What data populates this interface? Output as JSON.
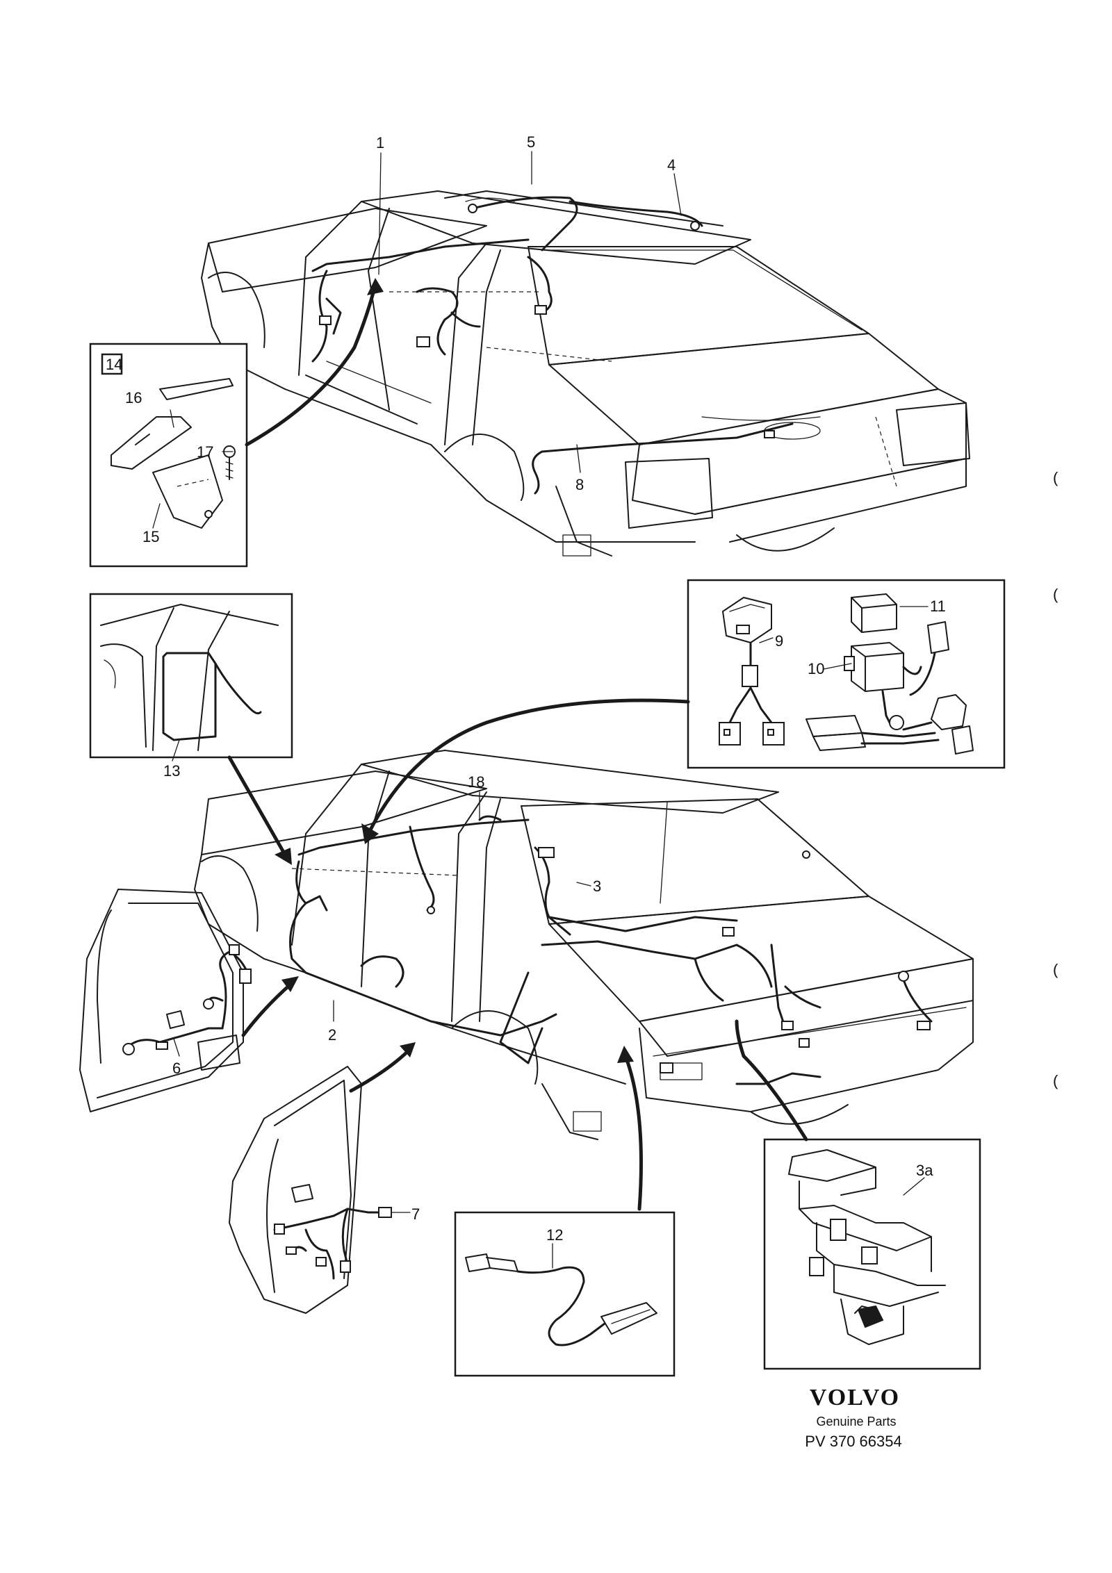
{
  "callouts": {
    "c1": "1",
    "c2": "2",
    "c3": "3",
    "c3a": "3a",
    "c4": "4",
    "c5": "5",
    "c6": "6",
    "c7": "7",
    "c8": "8",
    "c9": "9",
    "c10": "10",
    "c11": "11",
    "c12": "12",
    "c13": "13",
    "c14": "14",
    "c15": "15",
    "c16": "16",
    "c17": "17",
    "c18": "18"
  },
  "footer": {
    "brand": "VOLVO",
    "subtitle": "Genuine Parts",
    "ref": "PV  370 66354"
  },
  "margin_marks": [
    "(",
    "(",
    "(",
    "("
  ],
  "colors": {
    "ink": "#1a1a1a",
    "paper": "#ffffff"
  }
}
